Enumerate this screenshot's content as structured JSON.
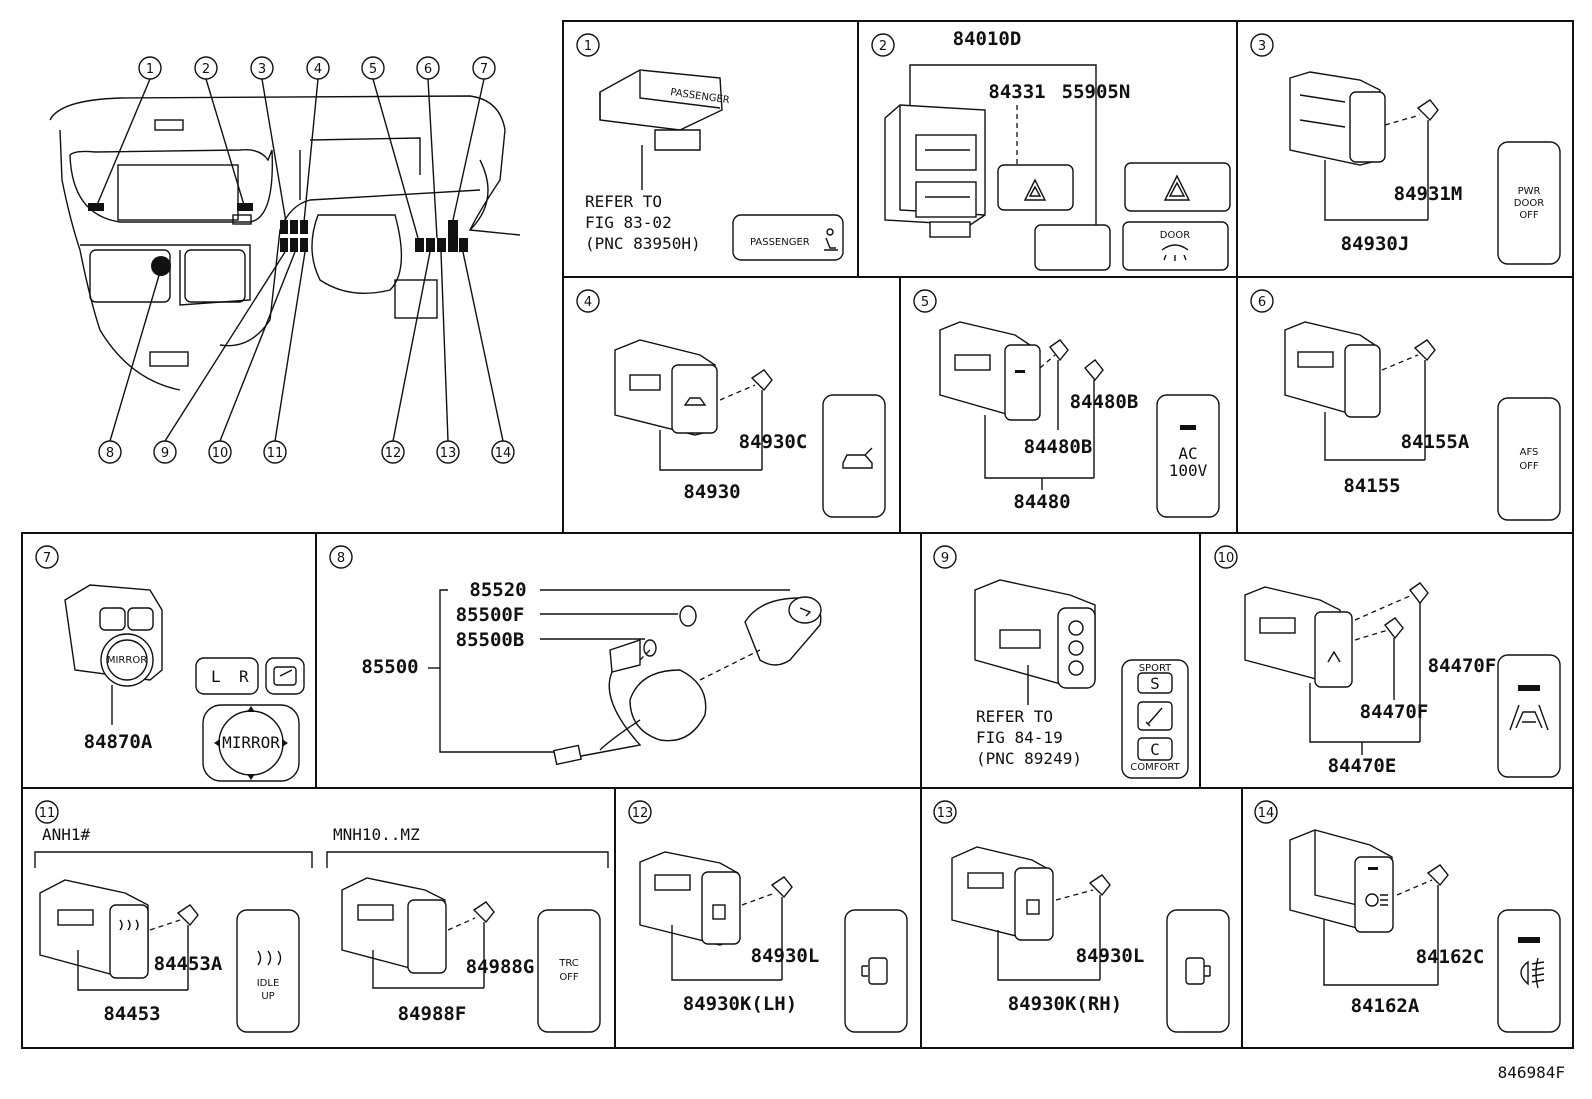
{
  "callouts": [
    "1",
    "2",
    "3",
    "4",
    "5",
    "6",
    "7",
    "8",
    "9",
    "10",
    "11",
    "12",
    "13",
    "14"
  ],
  "p1": {
    "num": "1",
    "refer": [
      "REFER TO",
      "FIG 83-02",
      "(PNC 83950H)"
    ],
    "switch_text": "PASSENGER",
    "icon": "passenger-airbag-icon"
  },
  "p2": {
    "num": "2",
    "assy": "84010D",
    "parts": [
      "84331",
      "55905N"
    ],
    "door_text": "DOOR",
    "icons": [
      "hazard-icon",
      "door-lamp-icon"
    ]
  },
  "p3": {
    "num": "3",
    "parts": [
      "84931M",
      "84930J"
    ],
    "switch_text": [
      "PWR",
      "DOOR",
      "OFF"
    ]
  },
  "p4": {
    "num": "4",
    "parts": [
      "84930C",
      "84930"
    ],
    "icon": "back-door-icon"
  },
  "p5": {
    "num": "5",
    "parts": [
      "84480B",
      "84480B",
      "84480"
    ],
    "switch_text": [
      "AC",
      "100V"
    ]
  },
  "p6": {
    "num": "6",
    "parts": [
      "84155A",
      "84155"
    ],
    "switch_text": [
      "AFS",
      "OFF"
    ]
  },
  "p7": {
    "num": "7",
    "parts": [
      "84870A"
    ],
    "selector": [
      "L",
      "R"
    ],
    "knob": "MIRROR",
    "icon": "mirror-fold-icon"
  },
  "p8": {
    "num": "8",
    "parts": [
      "85520",
      "85500F",
      "85500B",
      "85500"
    ]
  },
  "p9": {
    "num": "9",
    "refer": [
      "REFER TO",
      "FIG 84-19",
      "(PNC 89249)"
    ],
    "modes": [
      "SPORT",
      "S",
      "C",
      "COMFORT"
    ]
  },
  "p10": {
    "num": "10",
    "parts": [
      "84470F",
      "84470F",
      "84470E"
    ],
    "icon": "lane-departure-icon"
  },
  "p11": {
    "num": "11",
    "groups": [
      "ANH1#",
      "MNH10..MZ"
    ],
    "parts": [
      "84453A",
      "84453",
      "84988G",
      "84988F"
    ],
    "idle_text": [
      "IDLE",
      "UP"
    ],
    "trc_text": [
      "TRC",
      "OFF"
    ]
  },
  "p12": {
    "num": "12",
    "parts": [
      "84930L",
      "84930K(LH)"
    ],
    "icon": "sliding-door-lh-icon"
  },
  "p13": {
    "num": "13",
    "parts": [
      "84930L",
      "84930K(RH)"
    ],
    "icon": "sliding-door-rh-icon"
  },
  "p14": {
    "num": "14",
    "parts": [
      "84162C",
      "84162A"
    ],
    "icon": "fog-lamp-icon"
  },
  "figure_id": "846984F"
}
